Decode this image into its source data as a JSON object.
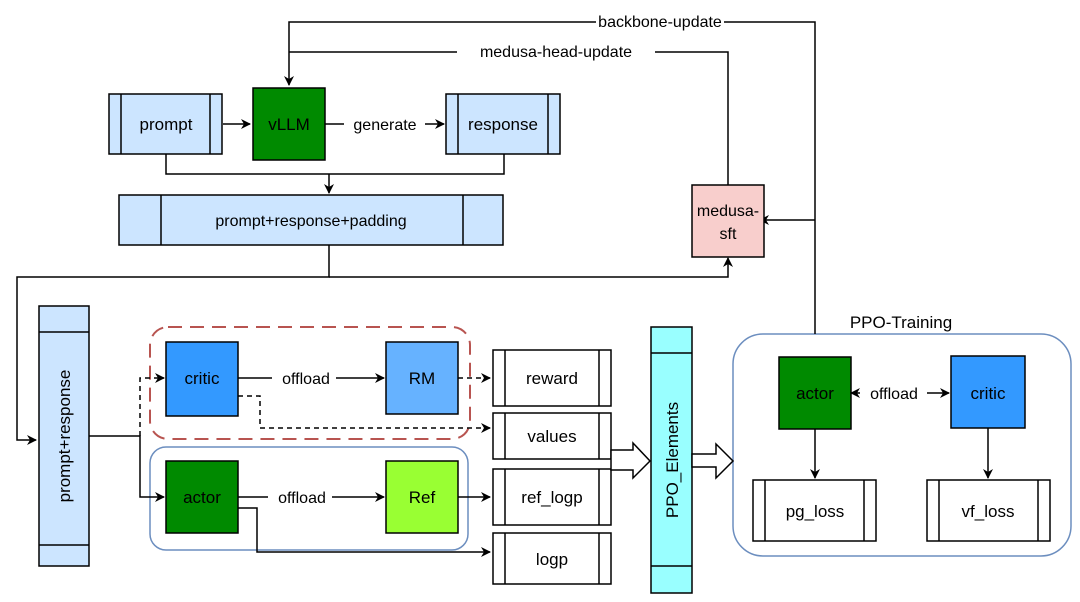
{
  "colors": {
    "process_fill": "#cce5ff",
    "vllm_fill": "#008a00",
    "actor_fill": "#008a00",
    "critic_fill": "#3399ff",
    "rm_fill": "#66b2ff",
    "ref_fill": "#99ff33",
    "medusa_fill": "#f8cecc",
    "ppo_elements_fill": "#99ffff",
    "group_red_dashed": "#b85450",
    "group_blue": "#6c8ebf"
  },
  "nodes": {
    "prompt": "prompt",
    "vllm": "vLLM",
    "response": "response",
    "prompt_response_padding": "prompt+response+padding",
    "medusa_sft_line1": "medusa-",
    "medusa_sft_line2": "sft",
    "prompt_response": "prompt+response",
    "critic": "critic",
    "rm": "RM",
    "actor": "actor",
    "ref": "Ref",
    "reward": "reward",
    "values": "values",
    "ref_logp": "ref_logp",
    "logp": "logp",
    "ppo_elements": "PPO_Elements",
    "ppo_training_title": "PPO-Training",
    "train_actor": "actor",
    "train_critic": "critic",
    "pg_loss": "pg_loss",
    "vf_loss": "vf_loss"
  },
  "edges": {
    "backbone_update": "backbone-update",
    "medusa_head_update": "medusa-head-update",
    "generate": "generate",
    "offload_critic_rm": "offload",
    "offload_actor_ref": "offload",
    "offload_training": "offload"
  }
}
